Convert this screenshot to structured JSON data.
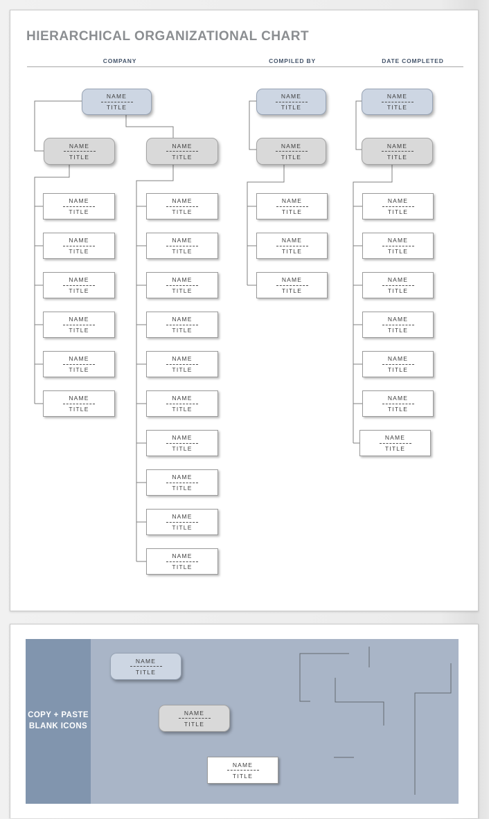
{
  "document": {
    "title": "HIERARCHICAL ORGANIZATIONAL CHART",
    "header_fields": [
      {
        "label": "COMPANY"
      },
      {
        "label": "COMPILED BY"
      },
      {
        "label": "DATE COMPLETED"
      }
    ]
  },
  "node": {
    "name": "NAME",
    "title": "TITLE"
  },
  "copy_paste_panel": {
    "line1": "COPY + PASTE",
    "line2": "BLANK ICONS"
  },
  "colors": {
    "title_text": "#8b8e91",
    "header_text": "#44546a",
    "node_blue_fill": "#cdd6e3",
    "node_gray_fill": "#d9d9d9",
    "node_white_fill": "#ffffff",
    "connector": "#7f7f7f",
    "panel_dark": "#8195ae",
    "panel_light": "#a9b5c7"
  }
}
